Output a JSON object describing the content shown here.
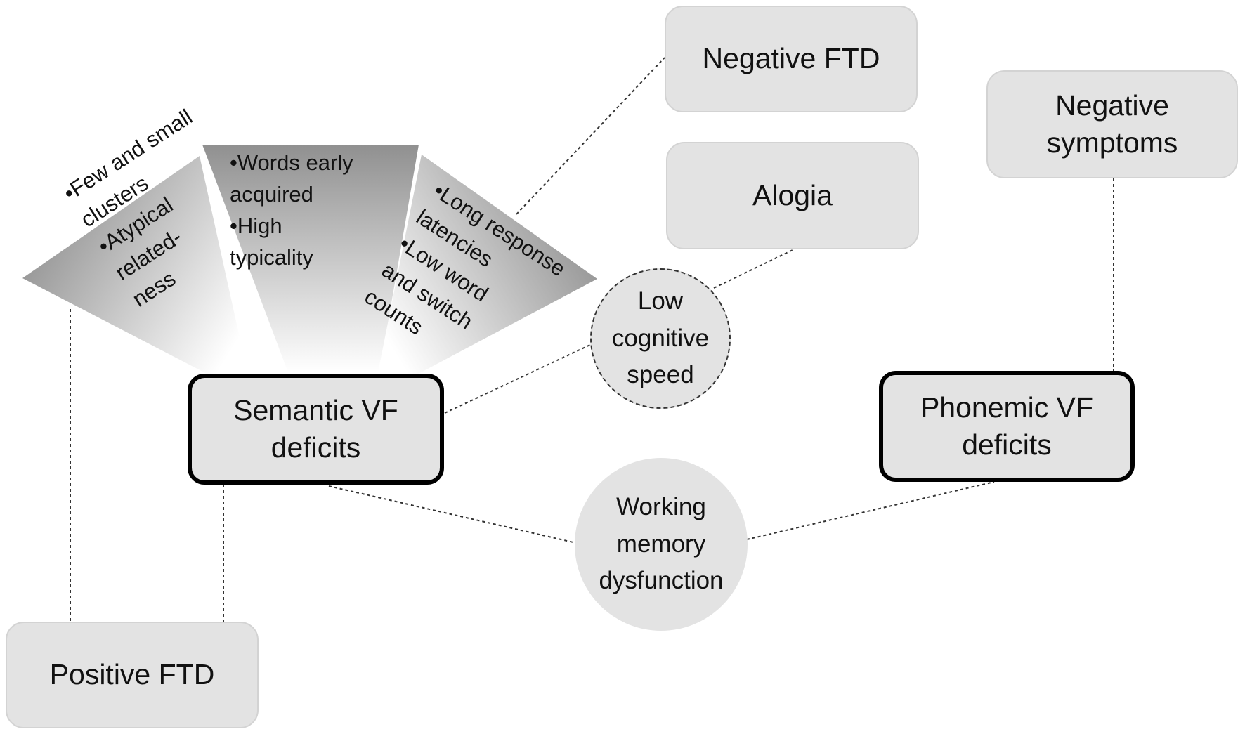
{
  "boxes": {
    "negative_ftd": "Negative FTD",
    "alogia": "Alogia",
    "negative_symptoms": "Negative\nsymptoms",
    "semantic_vf": "Semantic VF\ndeficits",
    "phonemic_vf": "Phonemic VF\ndeficits",
    "positive_ftd": "Positive FTD"
  },
  "circles": {
    "low_cognitive_speed": "Low\ncognitive\nspeed",
    "working_memory": "Working\nmemory\ndysfunction"
  },
  "fan": {
    "left": "•Few and small\n   clusters\n     •Atypical\n       related-\n          ness",
    "middle": "•Words early\n  acquired\n    •High\n     typicality",
    "right": "•Long response\nlatencies\n•Low word\nand switch\ncounts"
  },
  "colors": {
    "box_fill": "#e3e3e3",
    "bold_border": "#000000",
    "line": "#333333"
  }
}
